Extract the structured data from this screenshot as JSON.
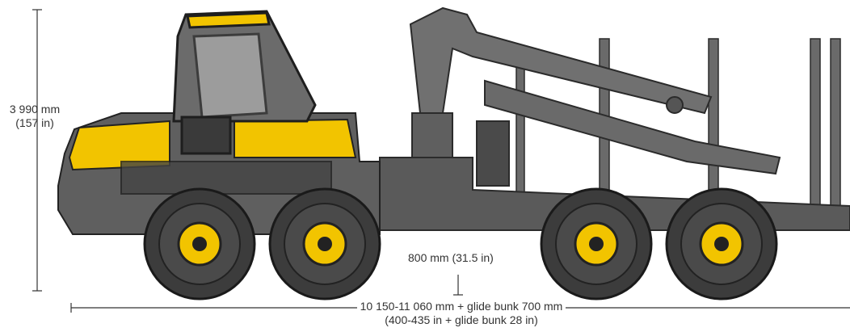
{
  "dimensions": {
    "height": {
      "metric": "3 990 mm",
      "imperial": "(157 in)"
    },
    "ground_clearance": {
      "text": "800 mm (31.5 in)"
    },
    "length": {
      "metric": "10 150-11 060 mm + glide bunk 700 mm",
      "imperial": "(400-435 in + glide bunk 28 in)"
    }
  },
  "colors": {
    "body": "#5f5f5f",
    "dark": "#2b2b2b",
    "accent_yellow": "#f2c400",
    "tire": "#3c3c3c",
    "line": "#333333"
  }
}
